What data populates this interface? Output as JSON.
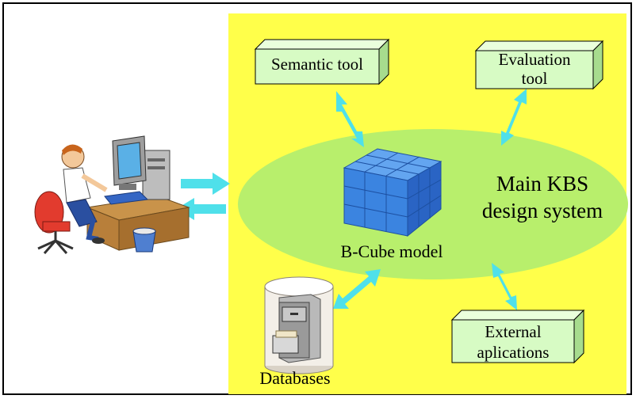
{
  "boxes": {
    "semantic": "Semantic tool",
    "evaluation_line1": "Evaluation",
    "evaluation_line2": "tool",
    "external_line1": "External",
    "external_line2": "aplications"
  },
  "center": {
    "title_line1": "Main KBS",
    "title_line2": "design system",
    "cube_label": "B-Cube model"
  },
  "database_label": "Databases",
  "colors": {
    "panel": "#ffff4a",
    "ellipse": "#b8ef6c",
    "box_face": "#d7fbc4",
    "arrow": "#4fe0ea",
    "cube": "#2f78d8"
  }
}
